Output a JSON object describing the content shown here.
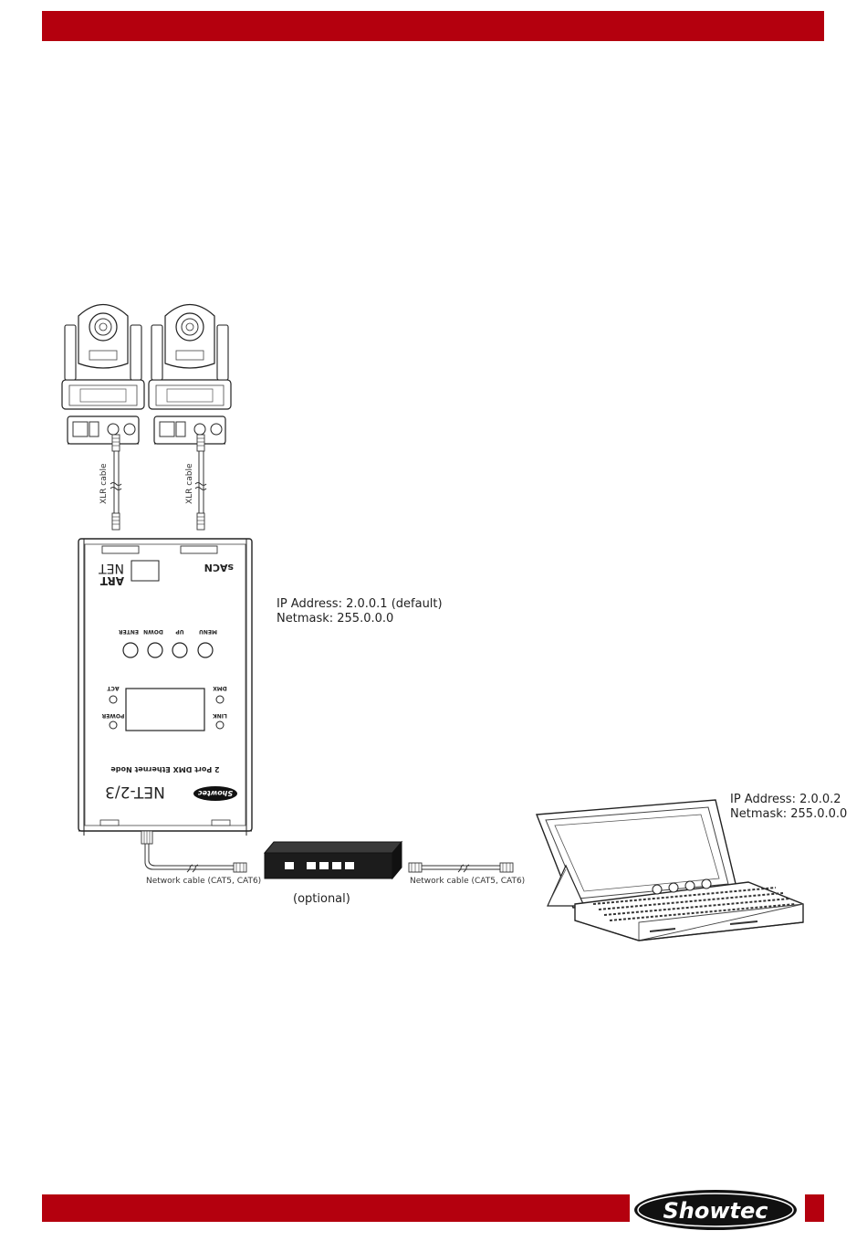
{
  "node": {
    "sacn": "sACN",
    "art": "ART",
    "net": "NET",
    "buttons": [
      "MENU",
      "UP",
      "DOWN",
      "ENTER"
    ],
    "indicators": {
      "dmx": "DMX",
      "act": "ACT",
      "link": "LINK",
      "power": "POWER"
    },
    "subtitle": "2 Port DMX Ethernet Node",
    "model": "NET-2/3",
    "brand": "Showtec"
  },
  "node_ip": {
    "address": "IP Address: 2.0.0.1 (default)",
    "netmask": "Netmask: 255.0.0.0"
  },
  "console_ip": {
    "address": "IP Address: 2.0.0.2",
    "netmask": "Netmask: 255.0.0.0"
  },
  "cables": {
    "xlr_left": "XLR cable",
    "xlr_right": "XLR cable",
    "network_left": "Network cable (CAT5, CAT6)",
    "network_right": "Network cable (CAT5, CAT6)"
  },
  "switch": {
    "optional": "(optional)"
  },
  "footer": {
    "logo": "Showtec"
  },
  "colors": {
    "band": "#b4000e",
    "switch_body": "#1c1c1c"
  }
}
